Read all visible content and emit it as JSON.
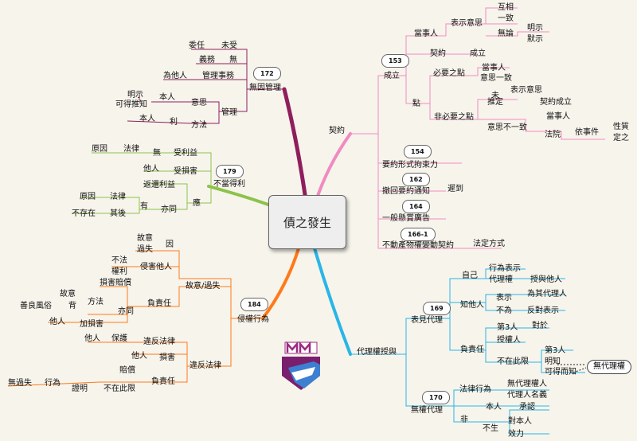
{
  "center": "債之發生",
  "special_node": "無代理權",
  "colors": {
    "contract": "#f08bc0",
    "agency": "#29b6e6",
    "tort": "#ff7a1a",
    "unjust": "#8bc34a",
    "mgmt": "#8e1f5c"
  },
  "badges": {
    "b172": "172",
    "b179": "179",
    "b184": "184",
    "b153": "153",
    "b154": "154",
    "b162": "162",
    "b164": "164",
    "b1661": "166-1",
    "b169": "169",
    "b170": "170"
  },
  "mgmt": {
    "title": "無因管理",
    "wei_ren": "委任",
    "wei_shou": "未受",
    "yi_wu": "義務",
    "wu": "無",
    "wei_ta_ren": "為他人",
    "guan_li_shi_wu": "管理事務",
    "ming_shi": "明示",
    "ke_de_tui_zhi": "可得推知",
    "ben_ren": "本人",
    "yi_si": "意思",
    "guan_li": "管理",
    "ben_ren2": "本人",
    "li": "利",
    "fang_fa": "方法"
  },
  "unjust": {
    "title": "不當得利",
    "yuan_yin": "原因",
    "fa_lv": "法律",
    "wu": "無",
    "shou_li_yi": "受利益",
    "ta_ren": "他人",
    "shou_sun_hai": "受損害",
    "fan_huan": "返還利益",
    "yuan_yin2": "原因",
    "fa_lv2": "法律",
    "you": "有",
    "yi_tong": "亦同",
    "ying": "應",
    "bu_cun_zai": "不存在",
    "qi_hou": "其後"
  },
  "tort": {
    "title": "侵權行為",
    "gu_yi": "故意",
    "guo_shi": "過失",
    "yin": "因",
    "bu_fa": "不法",
    "quan_li": "權利",
    "qin_hai": "侵害他人",
    "gu_yi_guo_shi": "故意/過失",
    "sun_hai_pei_chang": "損害賠償",
    "gu_yi2": "故意",
    "shan_liang": "善良風俗",
    "bei": "背",
    "fang_fa": "方法",
    "fu_ze_ren": "負責任",
    "yi_tong": "亦同",
    "ta_ren": "他人",
    "jia_sun_hai": "加損害",
    "ta_ren2": "他人",
    "bao_hu": "保護",
    "wei_fan_fa_lv": "違反法律",
    "ta_ren3": "他人",
    "sun_hai": "損害",
    "pei_chang": "賠償",
    "fu_ze_ren2": "負責任",
    "wei_fan_fa_lv2": "違反法律",
    "wu_guo_shi": "無過失",
    "xing_wei": "行為",
    "zheng_ming": "證明",
    "bu_zai_ci_xian": "不在此限"
  },
  "contract": {
    "title": "契約",
    "cheng_li": "成立",
    "dang_shi_ren": "當事人",
    "biao_shi_yi_si": "表示意思",
    "hu_xiang": "互相",
    "yi_zhi": "一致",
    "wu_lun": "無論",
    "ming_shi": "明示",
    "mo_shi": "默示",
    "qi_yue": "契約",
    "cheng_li2": "成立",
    "bi_yao_zhi_dian": "必要之點",
    "dang_shi_ren2": "當事人",
    "yi_si_yi_zhi": "意思一致",
    "dian": "點",
    "wei": "未",
    "tui_ding": "推定",
    "biao_shi_yi_si2": "表示意思",
    "qi_yue_cheng_li": "契約成立",
    "fei_bi_yao": "非必要之點",
    "yi_si_bu_yi_zhi": "意思不一致",
    "dang_shi_ren3": "當事人",
    "fa_yuan": "法院",
    "yi_shi_jian": "依事件",
    "xing_zhi": "性質",
    "ding_zhi": "定之",
    "yao_yue": "要約形式拘束力",
    "che_hui": "撤回要約通知",
    "chi_dao": "遲到",
    "xuan_shang": "一般懸賞廣告",
    "bu_dong_chan": "不動產物權變動契約",
    "fa_ding": "法定方式"
  },
  "agency": {
    "title": "代理權授與",
    "biao_jian": "表見代理",
    "zi_ji": "自己",
    "xing_wei_biao_shi": "行為表示",
    "dai_li_quan": "代理權",
    "shou_yu_ta_ren": "授與他人",
    "zhi_ta_ren": "知他人",
    "biao_shi": "表示",
    "wei_qi": "為其代理人",
    "bu_wei": "不為",
    "fan_dui": "反對表示",
    "fu_ze_ren": "負責任",
    "di_san_ren": "第3人",
    "dui_yu": "對於",
    "dai_li_ren": "授權人",
    "bu_zai_ci_xian": "不在此限",
    "di_san_ren2": "第3人",
    "ming_zhi": "明知",
    "ke_de": "可得而知",
    "wu_dai_li": "無權代理",
    "fa_lv_xing_wei": "法律行為",
    "wu_dai_li_ren": "無代理權人",
    "dai_li_ren_ming_yi": "代理人名義",
    "fei": "非",
    "ben_ren": "本人",
    "cheng_ren": "承認",
    "bu_sheng": "不生",
    "dui_ben_ren": "對本人",
    "xiao_li": "效力"
  }
}
